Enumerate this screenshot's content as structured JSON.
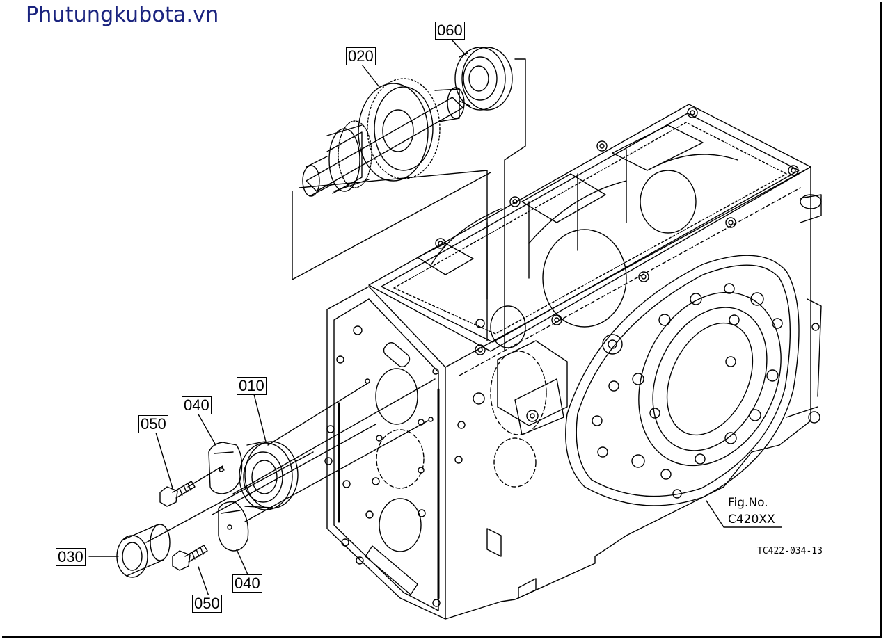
{
  "brand": "Phutungkubota.vn",
  "callouts": {
    "p010": "010",
    "p020": "020",
    "p030": "030",
    "p040a": "040",
    "p040b": "040",
    "p050a": "050",
    "p050b": "050",
    "p060": "060"
  },
  "figure": {
    "label": "Fig.No.",
    "number": "C420XX",
    "reference": "TC422-034-13"
  },
  "colors": {
    "brand": "#1a237e",
    "line": "#000000"
  }
}
